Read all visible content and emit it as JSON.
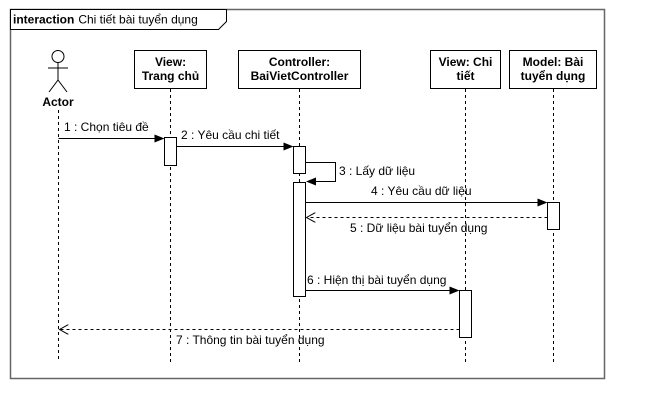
{
  "frame": {
    "keyword": "interaction",
    "name": "Chi tiết bài tuyển dụng"
  },
  "lifelines": [
    {
      "id": "actor",
      "kind": "actor",
      "lines": [
        "Actor"
      ]
    },
    {
      "id": "home",
      "kind": "box",
      "lines": [
        "View:",
        "Trang chủ"
      ]
    },
    {
      "id": "ctrl",
      "kind": "box",
      "lines": [
        "Controller:",
        "BaiVietController"
      ]
    },
    {
      "id": "detail",
      "kind": "box",
      "lines": [
        "View: Chi",
        "tiết"
      ]
    },
    {
      "id": "model",
      "kind": "box",
      "lines": [
        "Model: Bài",
        "tuyển dụng"
      ]
    }
  ],
  "messages": [
    {
      "label": "1 : Chọn tiêu đề",
      "from": "actor",
      "to": "home",
      "type": "sync"
    },
    {
      "label": "2 : Yêu cầu chi tiết",
      "from": "home",
      "to": "ctrl",
      "type": "sync"
    },
    {
      "label": "3 : Lấy dữ liệu",
      "from": "ctrl",
      "to": "ctrl",
      "type": "self"
    },
    {
      "label": "4 : Yêu cầu dữ liệu",
      "from": "ctrl",
      "to": "model",
      "type": "sync"
    },
    {
      "label": "5 : Dữ liệu bài tuyển dụng",
      "from": "model",
      "to": "ctrl",
      "type": "return"
    },
    {
      "label": "6 : Hiện thị bài tuyển dụng",
      "from": "ctrl",
      "to": "detail",
      "type": "sync"
    },
    {
      "label": "7 : Thông tin bài tuyển dụng",
      "from": "detail",
      "to": "actor",
      "type": "return"
    }
  ]
}
